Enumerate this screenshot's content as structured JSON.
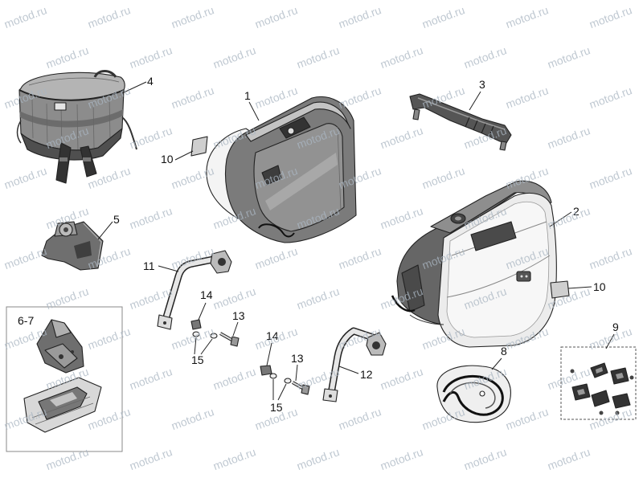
{
  "watermark": "motod.ru",
  "callouts": {
    "part_1": "1",
    "part_2": "2",
    "part_3": "3",
    "part_4": "4",
    "part_5": "5",
    "part_6_7": "6-7",
    "part_8": "8",
    "part_9": "9",
    "part_10_left": "10",
    "part_10_right": "10",
    "part_11": "11",
    "part_12": "12",
    "part_13_left": "13",
    "part_13_right": "13",
    "part_14_left": "14",
    "part_14_right": "14",
    "part_15_left": "15",
    "part_15_right": "15"
  },
  "colors": {
    "line": "#222222",
    "watermark": "#aab6c2"
  }
}
